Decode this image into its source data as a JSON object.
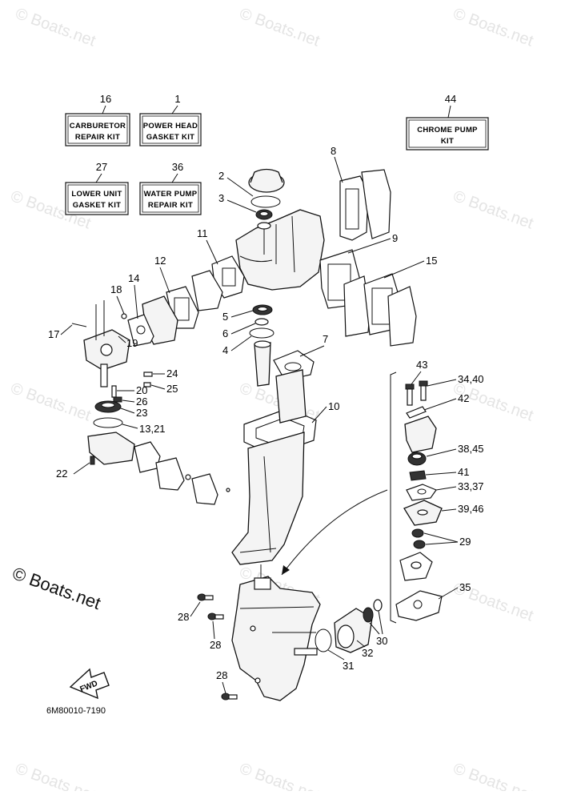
{
  "watermark": {
    "text": "© Boats.net"
  },
  "kits": [
    {
      "number": "16",
      "line1": "CARBURETOR",
      "line2": "REPAIR KIT"
    },
    {
      "number": "1",
      "line1": "POWER HEAD",
      "line2": "GASKET KIT"
    },
    {
      "number": "44",
      "line1": "CHROME PUMP",
      "line2": "KIT"
    },
    {
      "number": "27",
      "line1": "LOWER UNIT",
      "line2": "GASKET KIT"
    },
    {
      "number": "36",
      "line1": "WATER PUMP",
      "line2": "REPAIR KIT"
    }
  ],
  "callouts": [
    "2",
    "3",
    "8",
    "9",
    "11",
    "12",
    "15",
    "14",
    "18",
    "17",
    "19",
    "5",
    "6",
    "4",
    "7",
    "24",
    "25",
    "20",
    "26",
    "23",
    "13,21",
    "10",
    "22",
    "43",
    "34,40",
    "42",
    "38,45",
    "41",
    "33,37",
    "39,46",
    "29",
    "35",
    "28",
    "28",
    "28",
    "30",
    "32",
    "31"
  ],
  "fwd_label": "FWD",
  "diagram_code": "6M80010-7190"
}
